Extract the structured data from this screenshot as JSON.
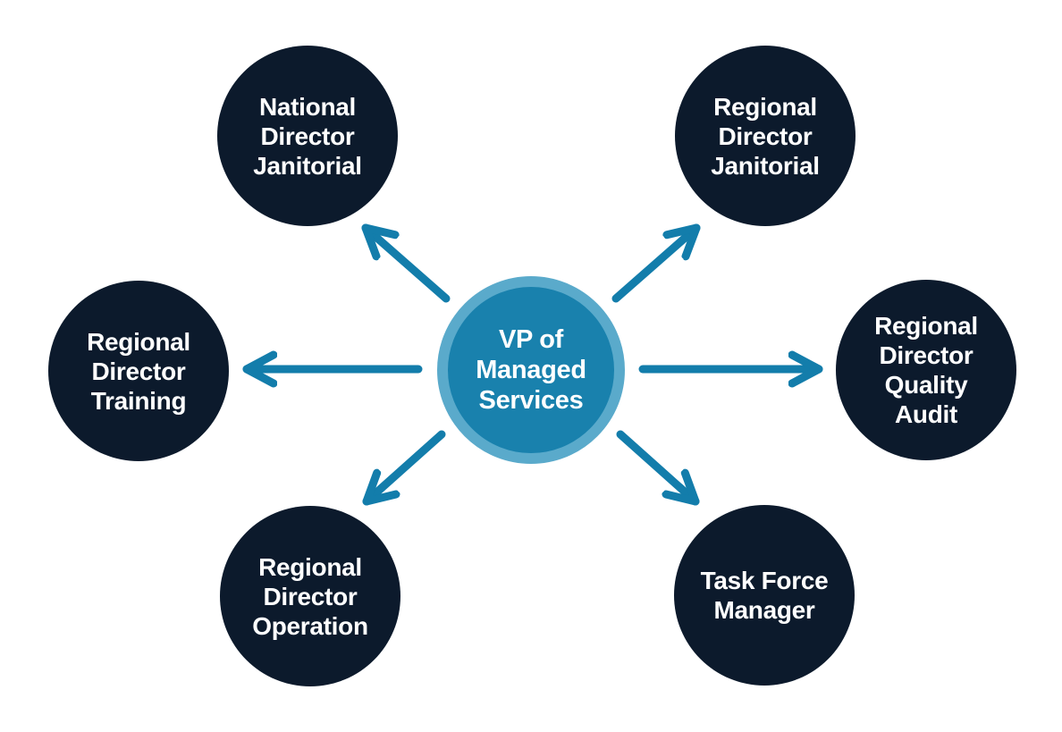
{
  "diagram": {
    "type": "hub-and-spoke-org-chart",
    "background_color": "#ffffff",
    "colors": {
      "spoke_node_fill": "#0c1a2c",
      "center_node_fill": "#1981ad",
      "center_node_ring": "#5aaacb",
      "arrow": "#137dab",
      "label_text": "#ffffff"
    },
    "center": {
      "id": "vp-managed-services",
      "label": "VP of\nManaged\nServices"
    },
    "nodes": [
      {
        "id": "national-director-janitorial",
        "label": "National\nDirector\nJanitorial",
        "position": "top-left"
      },
      {
        "id": "regional-director-janitorial",
        "label": "Regional\nDirector\nJanitorial",
        "position": "top-right"
      },
      {
        "id": "regional-director-training",
        "label": "Regional\nDirector\nTraining",
        "position": "left"
      },
      {
        "id": "regional-director-quality-audit",
        "label": "Regional\nDirector\nQuality\nAudit",
        "position": "right"
      },
      {
        "id": "regional-director-operation",
        "label": "Regional\nDirector\nOperation",
        "position": "bottom-left"
      },
      {
        "id": "task-force-manager",
        "label": "Task Force\nManager",
        "position": "bottom-right"
      }
    ],
    "arrows": [
      {
        "from": "vp-managed-services",
        "to": "national-director-janitorial"
      },
      {
        "from": "vp-managed-services",
        "to": "regional-director-janitorial"
      },
      {
        "from": "vp-managed-services",
        "to": "regional-director-training"
      },
      {
        "from": "vp-managed-services",
        "to": "regional-director-quality-audit"
      },
      {
        "from": "vp-managed-services",
        "to": "regional-director-operation"
      },
      {
        "from": "vp-managed-services",
        "to": "task-force-manager"
      }
    ]
  }
}
